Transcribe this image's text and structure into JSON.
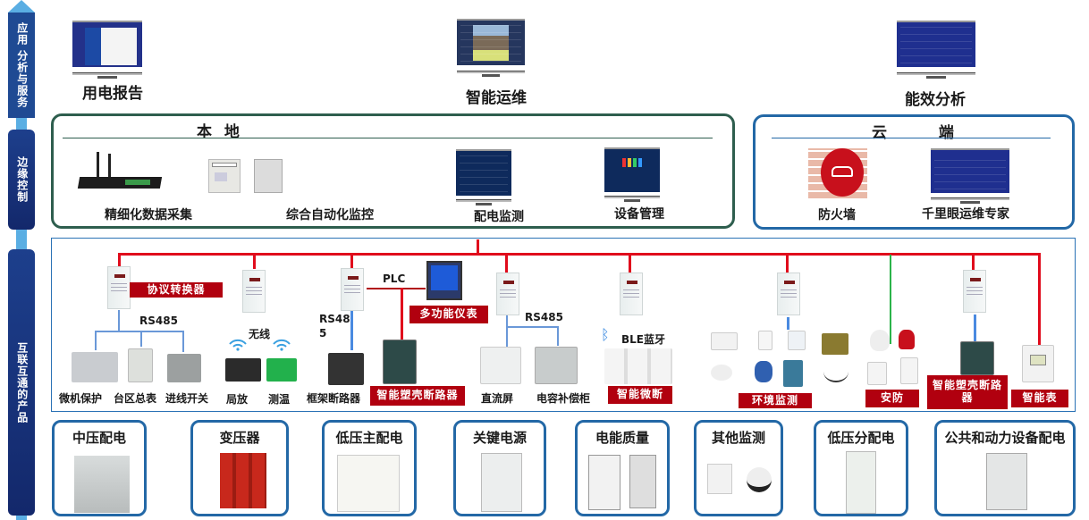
{
  "layers": {
    "app": "应用 分析与服务",
    "edge": "边缘控制",
    "iot": "互联互通的产品"
  },
  "applications": [
    {
      "label": "用电报告",
      "icon": "report-screen-icon"
    },
    {
      "label": "智能运维",
      "icon": "ops-3d-screen-icon"
    },
    {
      "label": "能效分析",
      "icon": "energy-dashboard-icon"
    }
  ],
  "local": {
    "title": "本 地",
    "items": [
      {
        "label": "精细化数据采集",
        "icon": "data-gateway-icon"
      },
      {
        "label": "综合自动化监控",
        "icon": "automation-controller-icon"
      },
      {
        "label": "配电监测",
        "icon": "distribution-dashboard-icon"
      },
      {
        "label": "设备管理",
        "icon": "device-dashboard-icon"
      }
    ]
  },
  "cloud": {
    "title": "云 端",
    "items": [
      {
        "label": "防火墙",
        "icon": "firewall-icon"
      },
      {
        "label": "千里眼运维专家",
        "icon": "expert-dashboard-icon"
      }
    ]
  },
  "iot": {
    "tags": {
      "protocol_converter": "协议转换器",
      "multi_meter": "多功能仪表",
      "smart_mccb": "智能塑壳断路器",
      "smart_mcb": "智能微断",
      "env_monitor": "环境监测",
      "security": "安防",
      "smart_mccb_2": "智能塑壳断路器",
      "smart_meter": "智能表"
    },
    "links": {
      "rs485_a": "RS485",
      "wireless": "无线",
      "rs485_b": "RS48\n5",
      "plc": "PLC",
      "rs485_c": "RS485",
      "ble": "BLE蓝牙"
    },
    "devices": {
      "relay_protection": "微机保护",
      "area_meter": "台区总表",
      "incoming_switch": "进线开关",
      "partial_discharge": "局放",
      "temp_measure": "测温",
      "frame_breaker": "框架断路器",
      "dc_panel": "直流屏",
      "capacitor_cabinet": "电容补偿柜"
    }
  },
  "categories": [
    {
      "label": "中压配电"
    },
    {
      "label": "变压器"
    },
    {
      "label": "低压主配电"
    },
    {
      "label": "关键电源"
    },
    {
      "label": "电能质量"
    },
    {
      "label": "其他监测"
    },
    {
      "label": "低压分配电"
    },
    {
      "label": "公共和动力设备配电"
    }
  ],
  "colors": {
    "bus_red": "#e00b1c",
    "tag_red": "#b1000f",
    "link_blue": "#6a98d8",
    "layer_navy": "#1d3f8c",
    "spine_blue": "#5aaee3",
    "panel_green": "#2e5e4e",
    "panel_blue": "#2368a6"
  }
}
